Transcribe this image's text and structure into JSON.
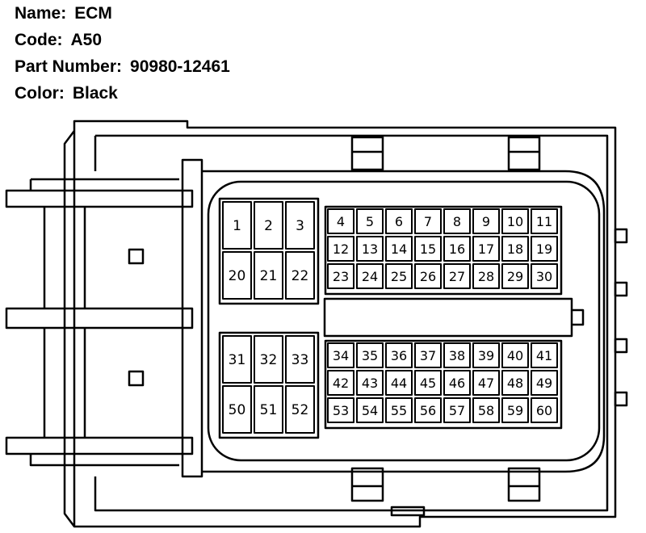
{
  "info": {
    "name_label": "Name:",
    "name_value": "ECM",
    "code_label": "Code:",
    "code_value": "A50",
    "part_label": "Part Number:",
    "part_value": "90980-12461",
    "color_label": "Color:",
    "color_value": "Black"
  },
  "pins": {
    "left_top": [
      [
        "1",
        "2",
        "3"
      ],
      [
        "20",
        "21",
        "22"
      ]
    ],
    "right_top": [
      [
        "4",
        "5",
        "6",
        "7",
        "8",
        "9",
        "10",
        "11"
      ],
      [
        "12",
        "13",
        "14",
        "15",
        "16",
        "17",
        "18",
        "19"
      ],
      [
        "23",
        "24",
        "25",
        "26",
        "27",
        "28",
        "29",
        "30"
      ]
    ],
    "left_bottom": [
      [
        "31",
        "32",
        "33"
      ],
      [
        "50",
        "51",
        "52"
      ]
    ],
    "right_bottom": [
      [
        "34",
        "35",
        "36",
        "37",
        "38",
        "39",
        "40",
        "41"
      ],
      [
        "42",
        "43",
        "44",
        "45",
        "46",
        "47",
        "48",
        "49"
      ],
      [
        "53",
        "54",
        "55",
        "56",
        "57",
        "58",
        "59",
        "60"
      ]
    ]
  }
}
